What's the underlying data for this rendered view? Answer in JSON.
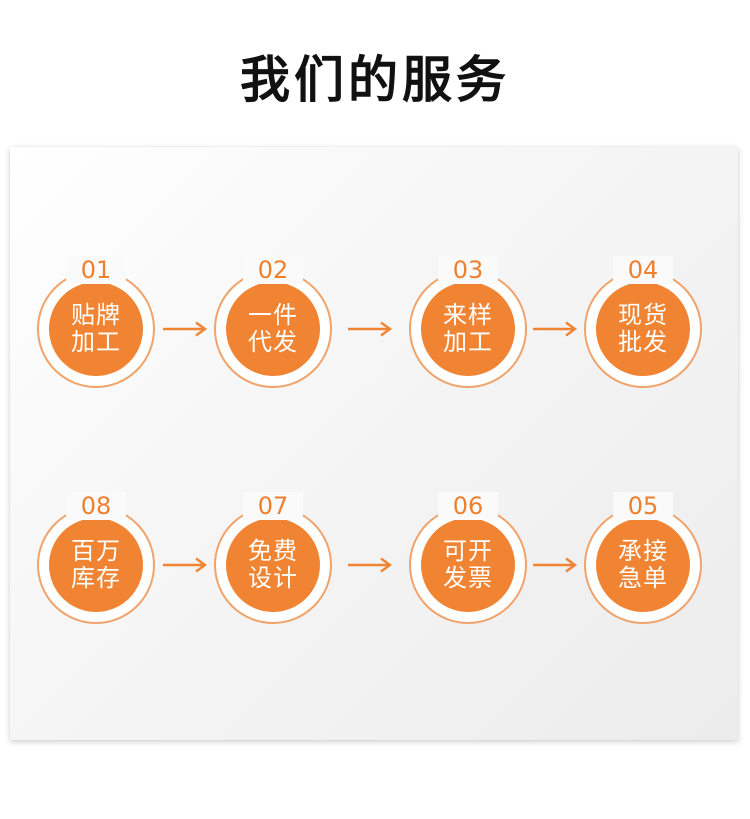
{
  "page": {
    "title": "我们的服务"
  },
  "colors": {
    "accent": "#f08433",
    "ring": "#f0a36a",
    "number": "#ee7f2d",
    "title": "#111111"
  },
  "services": [
    {
      "number": "01",
      "line1": "贴牌",
      "line2": "加工"
    },
    {
      "number": "02",
      "line1": "一件",
      "line2": "代发"
    },
    {
      "number": "03",
      "line1": "来样",
      "line2": "加工"
    },
    {
      "number": "04",
      "line1": "现货",
      "line2": "批发"
    },
    {
      "number": "08",
      "line1": "百万",
      "line2": "库存"
    },
    {
      "number": "07",
      "line1": "免费",
      "line2": "设计"
    },
    {
      "number": "06",
      "line1": "可开",
      "line2": "发票"
    },
    {
      "number": "05",
      "line1": "承接",
      "line2": "急单"
    }
  ]
}
